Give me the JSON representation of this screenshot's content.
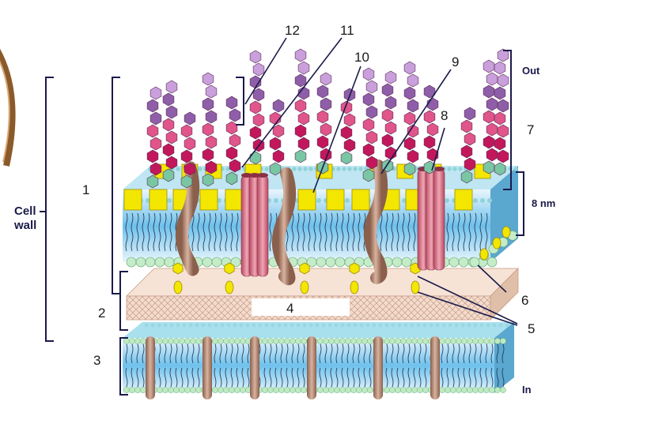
{
  "labels": {
    "n1": "1",
    "n2": "2",
    "n3": "3",
    "n4": "4",
    "n5": "5",
    "n6": "6",
    "n7": "7",
    "n8": "8",
    "n9": "9",
    "n10": "10",
    "n11": "11",
    "n12": "12"
  },
  "tags": {
    "cell_wall_1": "Cell",
    "cell_wall_2": "wall",
    "out": "Out",
    "in": "In",
    "thickness": "8 nm"
  },
  "colors": {
    "hex_light_purple": "#c9a0dc",
    "hex_purple": "#8e5ea8",
    "hex_pink": "#e0558a",
    "hex_magenta": "#c2185b",
    "hex_green": "#79c6a2",
    "square_yellow": "#f3e600",
    "lipid_head": "#8dd3e0",
    "porin": "#d9748a",
    "protein": "#b98b75",
    "membrane_blue": "#7ec8ee",
    "peptidoglycan": "#f2d9c9",
    "outline": "#1a1a4a"
  }
}
